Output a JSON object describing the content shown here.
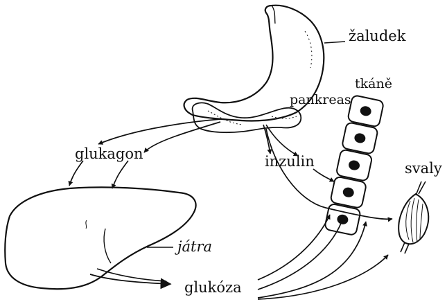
{
  "labels": {
    "stomach": "žaludek",
    "tissues": "tkáně",
    "pancreas": "pankreas",
    "glucagon": "glukagon",
    "insulin": "inzulin",
    "muscles": "svaly",
    "liver": "játra",
    "glucose": "glukóza"
  },
  "colors": {
    "ink": "#111111",
    "background": "#ffffff"
  }
}
